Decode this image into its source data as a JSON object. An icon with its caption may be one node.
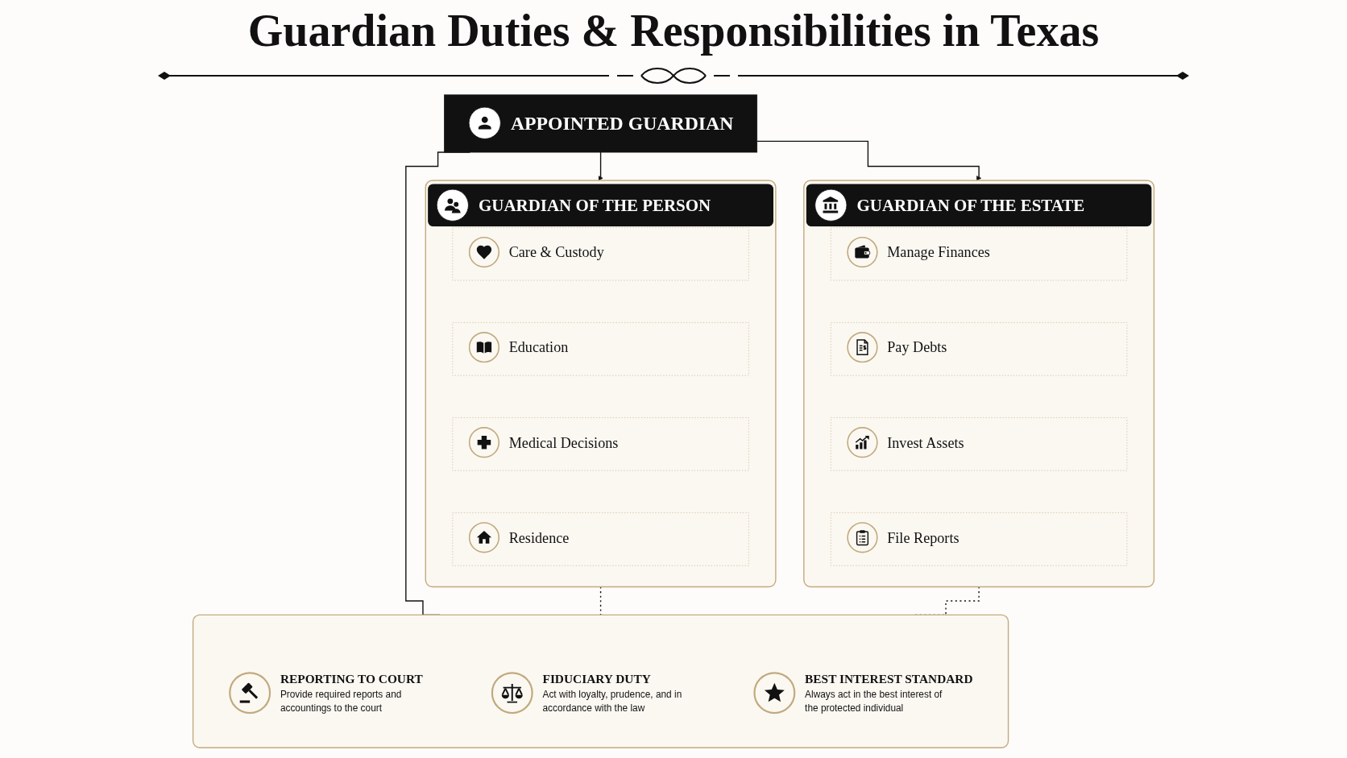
{
  "diagram": {
    "title": "Guardian Duties & Responsibilities in Texas",
    "nodes": [
      {
        "text": [
          "APPOINTED GUARDIAN"
        ]
      },
      {
        "text": [
          "GUARDIAN OF THE PERSON"
        ]
      },
      {
        "text": [
          "Care & Custody"
        ],
        "in": 1
      },
      {
        "text": [
          "Education"
        ],
        "in": 1
      },
      {
        "text": [
          "Medical Decisions"
        ],
        "in": 1
      },
      {
        "text": [
          "Residence"
        ],
        "in": 1
      },
      {
        "text": [
          "GUARDIAN OF THE ESTATE"
        ]
      },
      {
        "text": [
          "Manage Finances"
        ],
        "in": 6
      },
      {
        "text": [
          "Pay Debts"
        ],
        "in": 6
      },
      {
        "text": [
          "Invest Assets"
        ],
        "in": 6
      },
      {
        "text": [
          "File Reports"
        ],
        "in": 6
      },
      {
        "text": [],
        "shape": "box"
      },
      {
        "text": [
          "REPORTING TO COURT",
          "Provide required reports and accountings to the court"
        ],
        "in": 11
      },
      {
        "text": [
          "FIDUCIARY DUTY",
          "Act with loyalty, prudence, and in accordance with the law"
        ],
        "in": 11
      },
      {
        "text": [
          "BEST INTEREST STANDARD",
          "Always act in the best interest of the protected individual"
        ],
        "in": 11
      }
    ],
    "edges": [
      {
        "from": 0,
        "to": 1,
        "arrow": "to"
      },
      {
        "from": 0,
        "to": 6,
        "arrow": "to"
      },
      {
        "from": 0,
        "to": 11,
        "arrow": "none"
      },
      {
        "from": 1,
        "to": 11,
        "arrow": "none",
        "style": "dashed"
      },
      {
        "from": 6,
        "to": 11,
        "arrow": "none",
        "style": "dashed"
      }
    ]
  }
}
